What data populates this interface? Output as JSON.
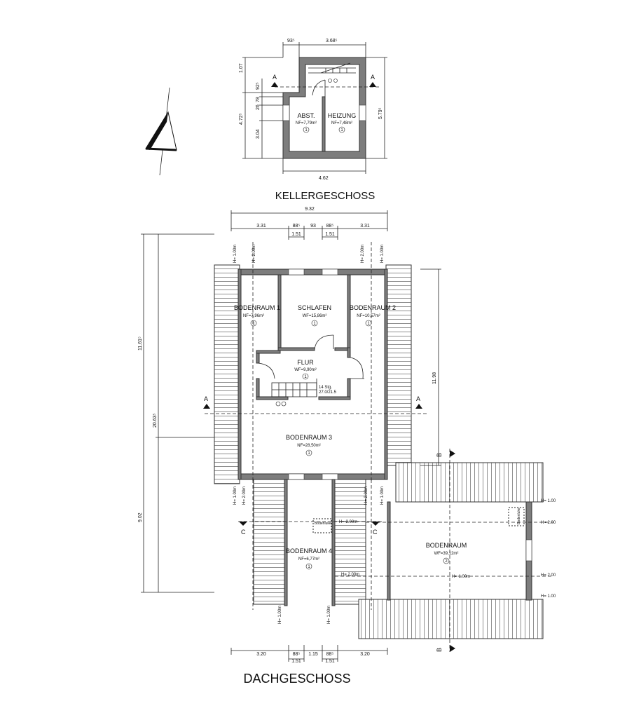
{
  "titles": {
    "basement": "KELLERGESCHOSS",
    "attic": "DACHGESCHOSS"
  },
  "basement": {
    "rooms": [
      {
        "name": "ABST.",
        "area": "NF=7,79m²",
        "unit": "1"
      },
      {
        "name": "HEIZUNG",
        "area": "NF=7,48m²",
        "unit": "1"
      }
    ],
    "dims": {
      "top_left": "93⁵",
      "top_right": "3.68⁵",
      "bottom": "4.62",
      "left_top": "1.07",
      "left_total": "4.72⁵",
      "left_a": "92⁵",
      "left_b": "78",
      "left_c": "26",
      "left_d": "3.04",
      "right_total": "5.79⁵"
    },
    "section_marks": [
      "A",
      "A"
    ]
  },
  "attic": {
    "rooms": [
      {
        "name": "BODENRAUM 1",
        "area": "NF=7,96m²",
        "unit": "1"
      },
      {
        "name": "SCHLAFEN",
        "area": "WF=15,86m²",
        "unit": "1"
      },
      {
        "name": "BODENRAUM 2",
        "area": "NF=10,57m²",
        "unit": "1"
      },
      {
        "name": "FLUR",
        "area": "WF=9,90m²",
        "unit": "1"
      },
      {
        "name": "BODENRAUM 3",
        "area": "NF=28,50m²",
        "unit": "1"
      },
      {
        "name": "BODENRAUM 4",
        "area": "NF=6,77m²",
        "unit": "1"
      },
      {
        "name": "BODENRAUM",
        "area": "WF=39,12m²",
        "unit": "2"
      }
    ],
    "stair": {
      "line1": "14 Stg.",
      "line2": "27.0/21.5"
    },
    "hatch_labels": [
      "Bodenluke",
      "Bodenluke"
    ],
    "dims": {
      "top_total": "9.32",
      "top_a": "3.31",
      "top_b": "88⁵",
      "top_c": "93",
      "top_d": "88⁵",
      "top_e": "3.31",
      "top_f": "1.51",
      "top_g": "1.51",
      "left_total": "20.63⁵",
      "left_upper": "11.61⁵",
      "left_lower": "9.02",
      "right_mid": "11.98",
      "bottom_a": "3.20",
      "bottom_b": "88⁵",
      "bottom_c": "1.15",
      "bottom_d": "88⁵",
      "bottom_e": "3.20",
      "bottom_f": "1.51",
      "bottom_g": "1.51"
    },
    "heights": {
      "h100": "H= 1.00m",
      "h200": "H= 2.00m",
      "h200_short": "H= 2.00",
      "h100_short": "H= 1.00",
      "h100_r": "H= 1.00m"
    },
    "section_marks": [
      "A",
      "A",
      "B",
      "B",
      "C",
      "C"
    ]
  },
  "colors": {
    "wall": "#7d7d7d",
    "line": "#222222"
  }
}
